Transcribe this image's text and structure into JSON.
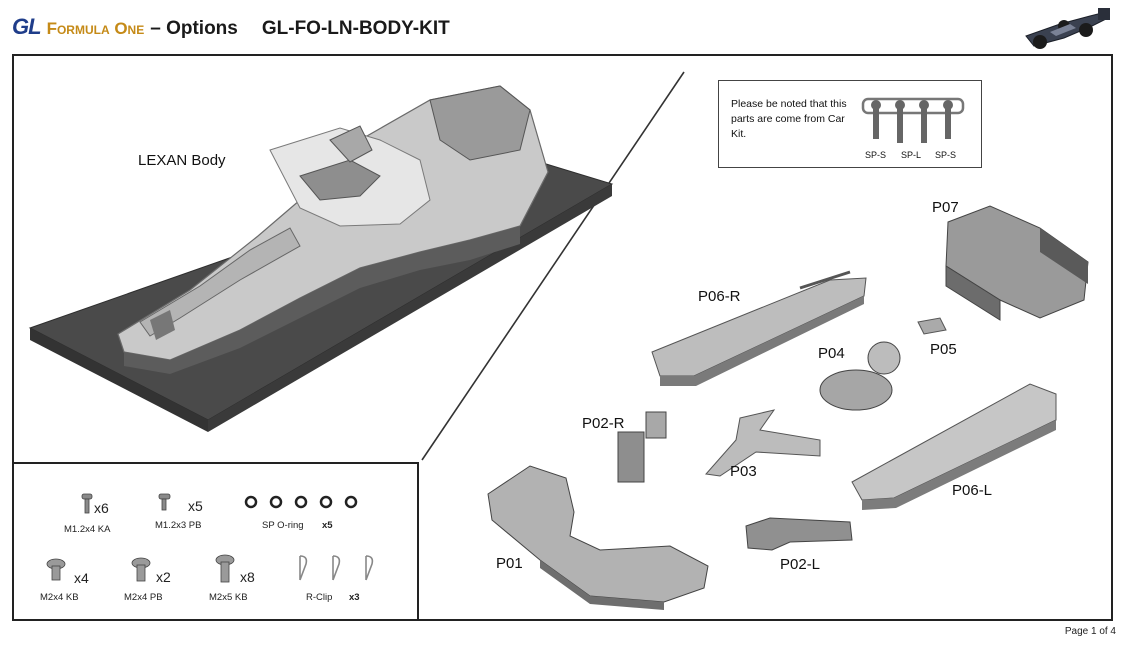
{
  "header": {
    "brand_gl": "GL",
    "brand_formula": "Formula One",
    "title": "– Options",
    "kit_code": "GL-FO-LN-BODY-KIT"
  },
  "body_label": "LEXAN Body",
  "note": {
    "text": "Please be noted that this parts are come from Car Kit.",
    "sp_labels": [
      "SP-S",
      "SP-L",
      "SP-S"
    ]
  },
  "parts": {
    "p01": "P01",
    "p02r": "P02-R",
    "p02l": "P02-L",
    "p03": "P03",
    "p04": "P04",
    "p05": "P05",
    "p06r": "P06-R",
    "p06l": "P06-L",
    "p07": "P07"
  },
  "hardware": [
    {
      "name": "M1.2x4 KA",
      "qty": "x6"
    },
    {
      "name": "M1.2x3 PB",
      "qty": "x5"
    },
    {
      "name": "SP O-ring",
      "qty": "x5"
    },
    {
      "name": "M2x4 KB",
      "qty": "x4"
    },
    {
      "name": "M2x4 PB",
      "qty": "x2"
    },
    {
      "name": "M2x5 KB",
      "qty": "x8"
    },
    {
      "name": "R-Clip",
      "qty": "x3"
    }
  ],
  "footer": {
    "page": "Page 1 of 4"
  }
}
